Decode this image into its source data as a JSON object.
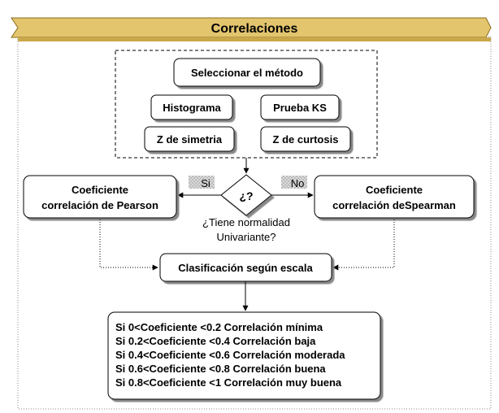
{
  "banner": {
    "title": "Correlaciones"
  },
  "method_group": {
    "select_label": "Seleccionar el método",
    "options": [
      "Histograma",
      "Prueba KS",
      "Z de simetria",
      "Z de curtosis"
    ]
  },
  "decision": {
    "symbol": "¿?",
    "question_line1": "¿Tiene normalidad",
    "question_line2": "Univariante?",
    "yes_label": "Si",
    "no_label": "No"
  },
  "pearson": {
    "line1": "Coeficiente",
    "line2": "correlación de Pearson"
  },
  "spearman": {
    "line1": "Coeficiente",
    "line2": "correlación deSpearman"
  },
  "classification": {
    "label": "Clasificación según escala"
  },
  "scale": {
    "rows": [
      "Si 0<Coeficiente <0.2 Correlación mínima",
      "Si 0.2<Coeficiente <0.4 Correlación baja",
      "Si 0.4<Coeficiente <0.6 Correlación moderada",
      "Si 0.6<Coeficiente <0.8 Correlación buena",
      "Si 0.8<Coeficiente <1 Correlación muy buena"
    ]
  }
}
